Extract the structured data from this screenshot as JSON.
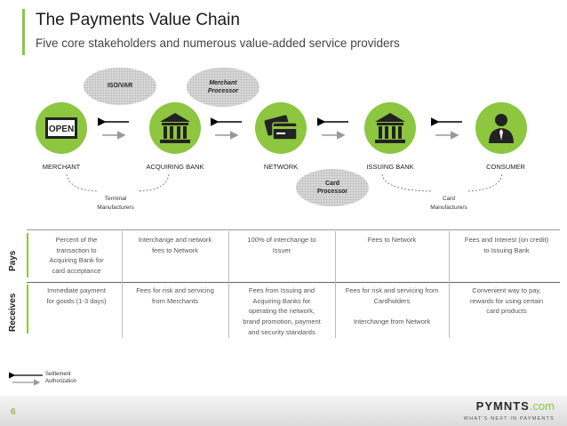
{
  "header": {
    "title": "The Payments Value Chain",
    "subtitle": "Five core stakeholders and numerous value-added service providers"
  },
  "nodes": [
    {
      "label": "MERCHANT",
      "icon": "open-sign-icon"
    },
    {
      "label": "ACQUIRING BANK",
      "icon": "bank-icon"
    },
    {
      "label": "NETWORK",
      "icon": "cards-icon"
    },
    {
      "label": "ISSUING BANK",
      "icon": "bank-icon"
    },
    {
      "label": "CONSUMER",
      "icon": "person-icon"
    }
  ],
  "providers": {
    "iso_var": "ISO/VAR",
    "merchant_processor": "Merchant\nProcessor",
    "card_processor": "Card\nProcessor",
    "terminal_manufacturers": "Terminal\nManufacturers",
    "card_manufacturers": "Card\nManufacturers"
  },
  "rows": {
    "pays_label": "Pays",
    "receives_label": "Receives",
    "pays": [
      "Percent of the\ntransaction to\nAcquiring Bank for\ncard acceptance",
      "Interchange and network\nfees to Network",
      "100% of interchange to\nIssuer",
      "Fees to Network",
      "Fees and Interest (on credit)\nto Issuing Bank"
    ],
    "receives": [
      "Immediate payment\nfor goods (1-3 days)",
      "Fees for risk and servicing\nfrom Merchants",
      "Fees from Issuing and\nAcquiring Banks for\noperating the network,\nbrand promotion, payment\nand security standards",
      "Fees for risk and servicing from\nCardholders\n\nInterchange from Network",
      "Convenient way to pay,\nrewards for using certain\ncard products"
    ]
  },
  "legend": {
    "settlement": "Settlement",
    "authorization": "Authorization"
  },
  "footer": {
    "page_number": "6",
    "logo_main": "PYMNTS",
    "logo_suffix": ".com",
    "tagline": "WHAT'S NEXT IN PAYMENTS"
  },
  "colors": {
    "accent": "#8dc63f",
    "settlement_arrow": "#000000",
    "authorization_arrow": "#999999"
  }
}
